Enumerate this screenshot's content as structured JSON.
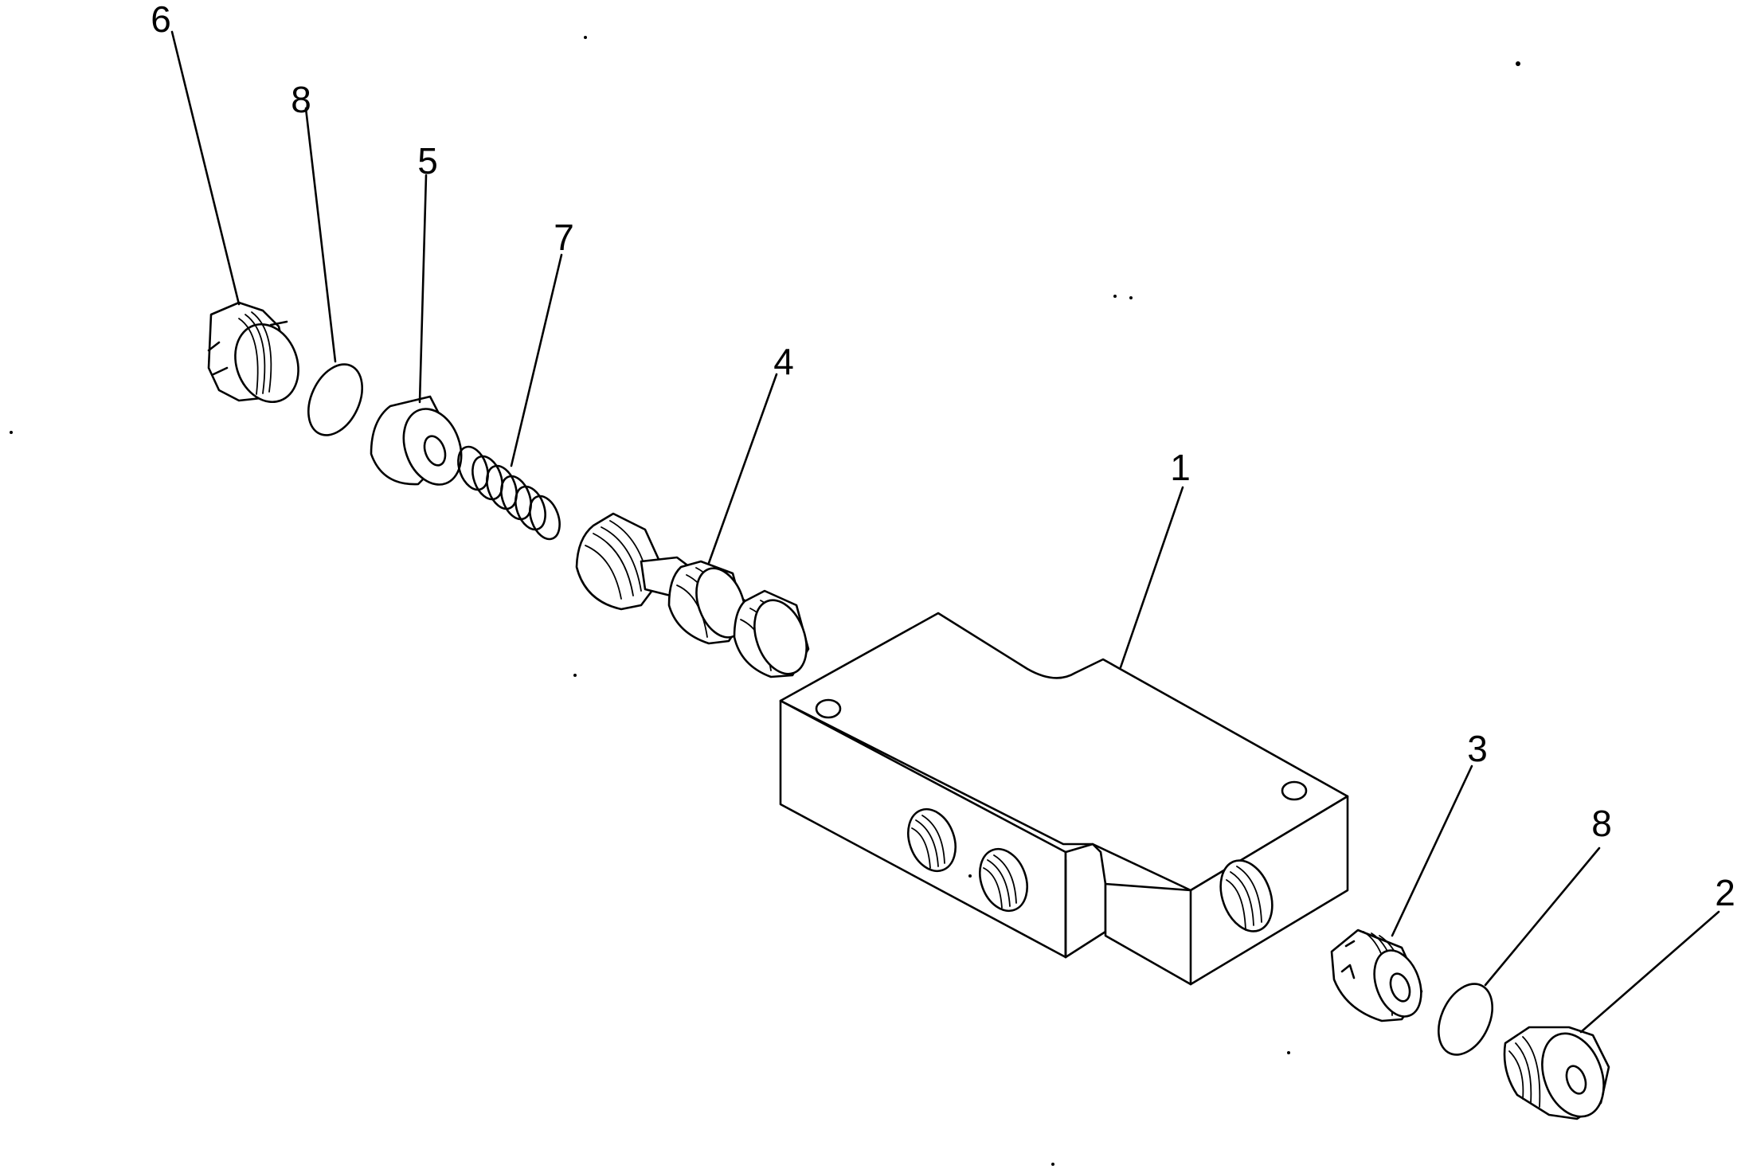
{
  "diagram": {
    "callouts": [
      {
        "id": "6",
        "text": "6",
        "part": "plug-left"
      },
      {
        "id": "8a",
        "text": "8",
        "part": "o-ring-left"
      },
      {
        "id": "5",
        "text": "5",
        "part": "sleeve"
      },
      {
        "id": "7",
        "text": "7",
        "part": "spring"
      },
      {
        "id": "4",
        "text": "4",
        "part": "spool"
      },
      {
        "id": "1",
        "text": "1",
        "part": "valve-body"
      },
      {
        "id": "3",
        "text": "3",
        "part": "threaded-insert"
      },
      {
        "id": "8b",
        "text": "8",
        "part": "o-ring-right"
      },
      {
        "id": "2",
        "text": "2",
        "part": "plug-right"
      }
    ]
  }
}
